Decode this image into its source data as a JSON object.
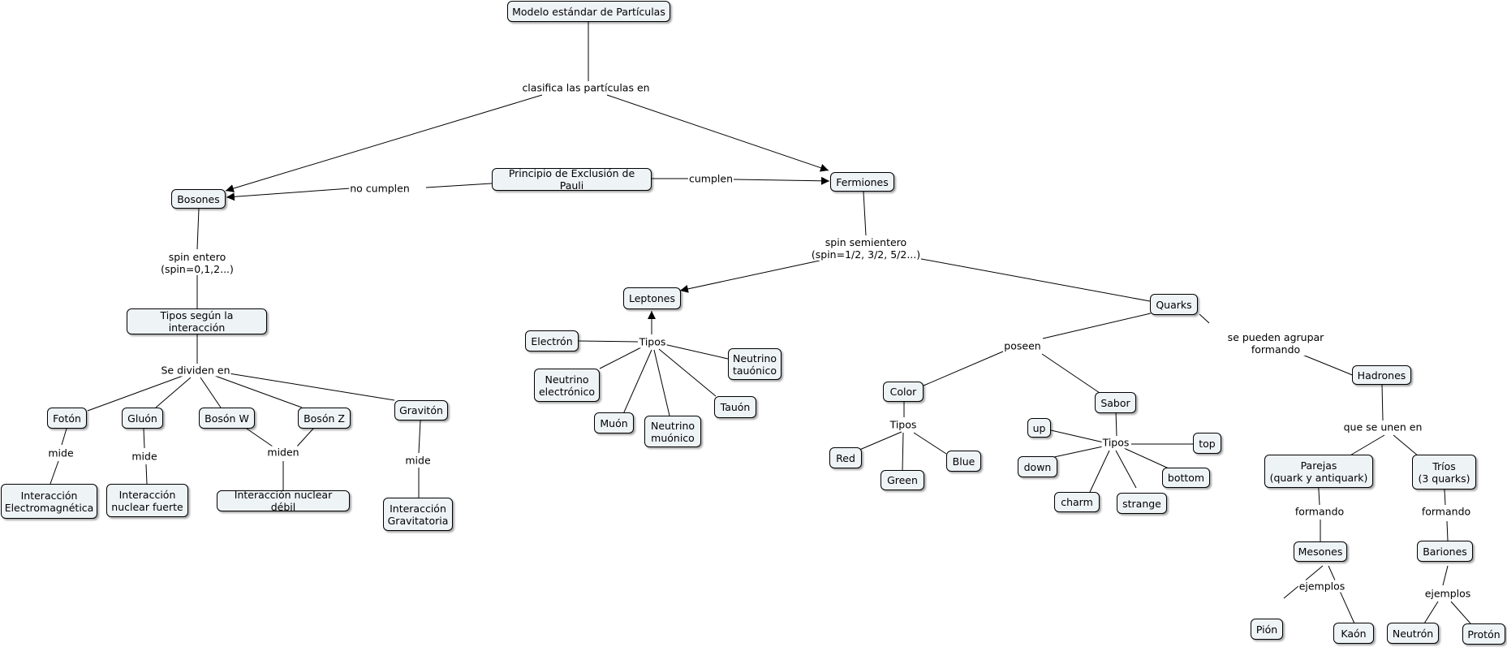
{
  "nodes": {
    "modelo": "Modelo estándar de Partículas",
    "bosones": "Bosones",
    "pauli": "Principio de Exclusión de Pauli",
    "fermiones": "Fermiones",
    "tipos_interaccion": "Tipos según la interacción",
    "foton": "Fotón",
    "gluon": "Gluón",
    "boson_w": "Bosón W",
    "boson_z": "Bosón Z",
    "graviton": "Gravitón",
    "int_em": "Interacción\nElectromagnética",
    "int_fuerte": "Interacción\nnuclear fuerte",
    "int_debil": "Interacción nuclear débil",
    "int_grav": "Interacción\nGravitatoria",
    "leptones": "Leptones",
    "electron": "Electrón",
    "neutrino_e": "Neutrino\nelectrónico",
    "muon": "Muón",
    "neutrino_mu": "Neutrino\nmuónico",
    "tauon": "Tauón",
    "neutrino_tau": "Neutrino\ntauónico",
    "quarks": "Quarks",
    "color": "Color",
    "red": "Red",
    "green": "Green",
    "blue": "Blue",
    "sabor": "Sabor",
    "up": "up",
    "down": "down",
    "charm": "charm",
    "strange": "strange",
    "bottom": "bottom",
    "top": "top",
    "hadrones": "Hadrones",
    "parejas": "Parejas\n(quark y antiquark)",
    "trios": "Tríos\n(3 quarks)",
    "mesones": "Mesones",
    "bariones": "Bariones",
    "pion": "Pión",
    "kaon": "Kaón",
    "neutron": "Neutrón",
    "proton": "Protón"
  },
  "links": {
    "clasifica": "clasifica las partículas en",
    "no_cumplen": "no cumplen",
    "cumplen": "cumplen",
    "spin_entero": "spin entero\n(spin=0,1,2...)",
    "se_dividen": "Se dividen en",
    "mide_1": "mide",
    "mide_2": "mide",
    "miden": "miden",
    "mide_3": "mide",
    "spin_semi": "spin semientero\n(spin=1/2, 3/2, 5/2...)",
    "tipos_lept": "Tipos",
    "poseen": "poseen",
    "tipos_color": "Tipos",
    "tipos_sabor": "Tipos",
    "agrupar": "se pueden agrupar\nformando",
    "unen": "que se unen en",
    "formando_1": "formando",
    "formando_2": "formando",
    "ejemplos_1": "ejemplos",
    "ejemplos_2": "ejemplos"
  }
}
